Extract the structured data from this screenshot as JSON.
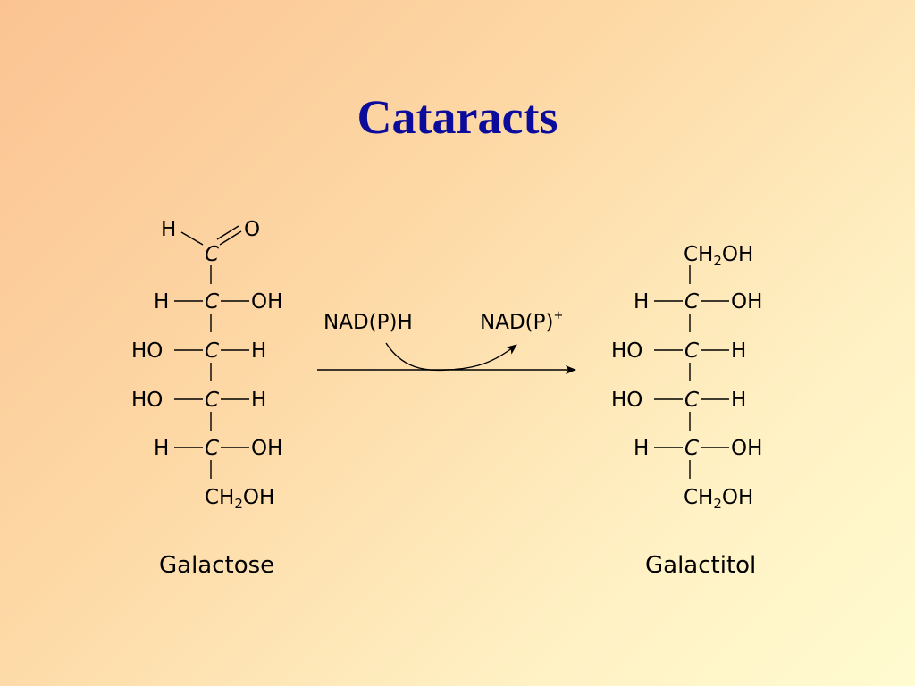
{
  "slide": {
    "title": "Cataracts"
  },
  "atoms": {
    "H": "H",
    "O": "O",
    "C": "C",
    "OH": "OH",
    "HO": "HO",
    "CH": "CH",
    "sub2": "2"
  },
  "reaction": {
    "cofactor_in": "NAD(P)H",
    "cofactor_out_base": "NAD(P)",
    "cofactor_out_charge": "+"
  },
  "molecules": {
    "substrate": {
      "name": "Galactose"
    },
    "product": {
      "name": "Galactitol"
    }
  },
  "colors": {
    "title": "#0c0c9c",
    "background_start": "#fbc392",
    "background_end": "#fffbd0"
  }
}
